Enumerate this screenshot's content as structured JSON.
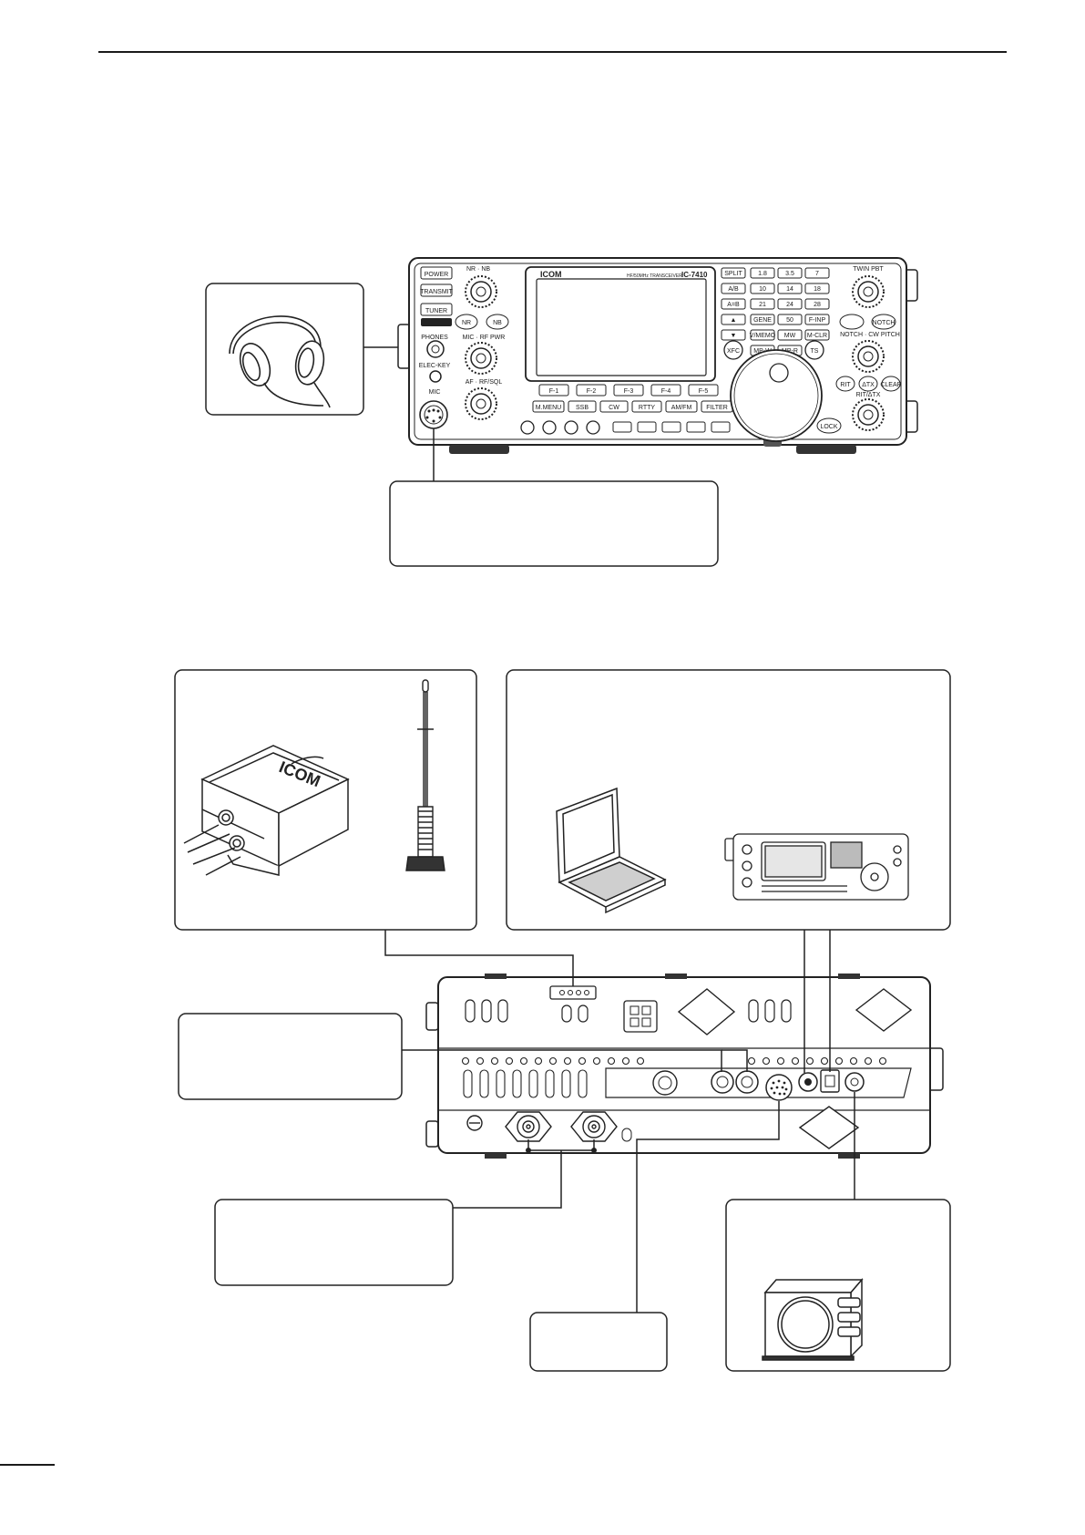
{
  "radio": {
    "brand": "ICOM",
    "model_caption": "HF/50MHz TRANSCEIVER",
    "model": "IC-7410",
    "left_buttons": [
      "POWER",
      "TRANSMIT",
      "TUNER"
    ],
    "knob_labels": [
      "NR",
      "NB",
      "MIC",
      "RF PWR",
      "AF",
      "RF/SQL",
      "TWIN PBT",
      "NOTCH",
      "CW PITCH",
      "RIT/ΔTX"
    ],
    "jack_labels": [
      "PHONES",
      "ELEC-KEY",
      "MIC"
    ],
    "small_buttons": [
      "NR",
      "NB"
    ],
    "fkeys": [
      "F-1",
      "F-2",
      "F-3",
      "F-4",
      "F-5"
    ],
    "mode_keys": [
      "M.MENU",
      "SSB",
      "CW",
      "RTTY",
      "AM/FM",
      "FILTER"
    ],
    "right_keys": [
      "NOTCH",
      "RIT",
      "ΔTX",
      "CLEAR",
      "LOCK",
      "XFC",
      "TS"
    ],
    "keypad_left": [
      "SPLIT",
      "A/B",
      "A=B",
      "▲",
      "▼"
    ],
    "keypad_grid": [
      "1.8",
      "3.5",
      "7",
      "10",
      "14",
      "18",
      "21",
      "24",
      "28",
      "GENE",
      "50",
      "F-INP",
      "V/MEMO",
      "MW",
      "M-CLR",
      "MP-W",
      "MP-R"
    ]
  },
  "peripherals": {
    "brand_tag": "ICOM"
  }
}
